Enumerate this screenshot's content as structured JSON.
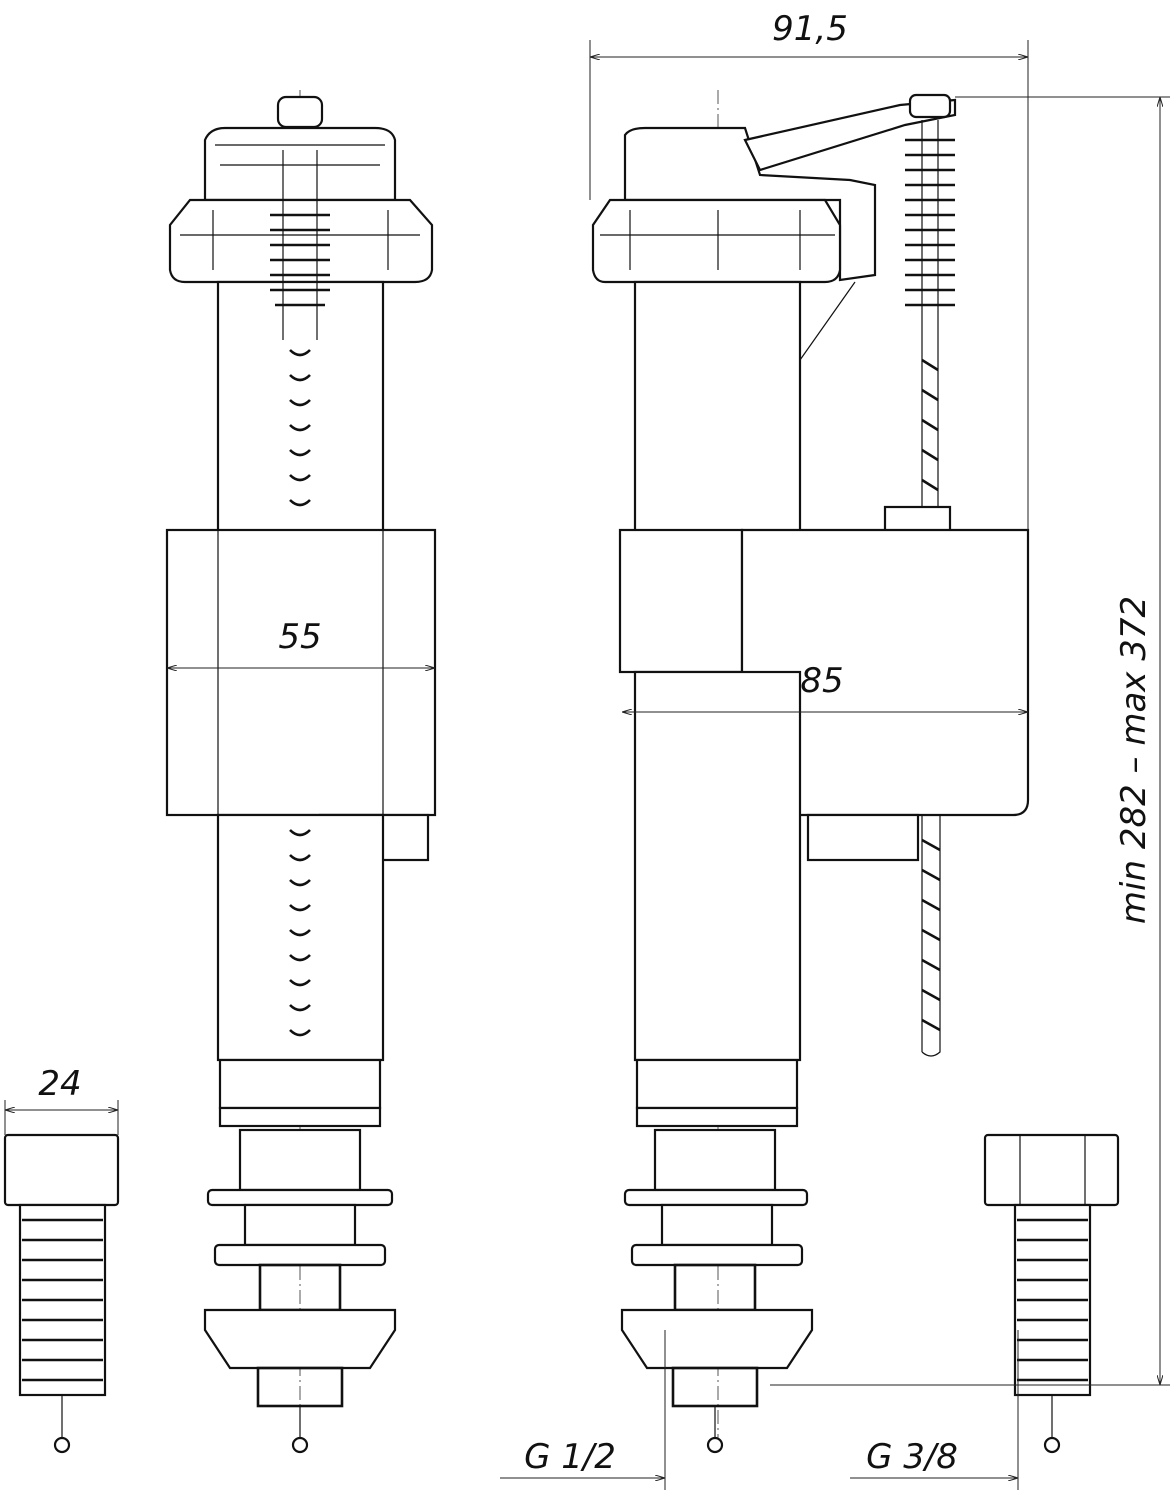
{
  "drawing": {
    "dimensions": {
      "overall_width": "91,5",
      "float_width_front": "55",
      "float_width_side": "85",
      "fitting_width": "24",
      "height_range": "min 282 – max 372",
      "thread_left": "G 1/2",
      "thread_right": "G 3/8"
    },
    "line_color": "#111111",
    "background": "#ffffff"
  }
}
